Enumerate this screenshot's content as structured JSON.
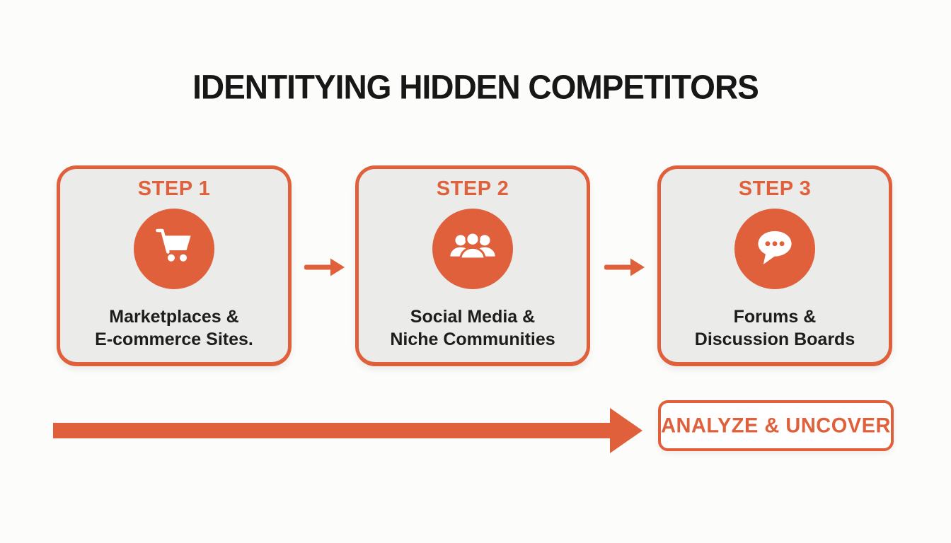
{
  "colors": {
    "accent": "#E0603B",
    "card_bg": "#EBEBE9",
    "page_bg": "#FCFCFB",
    "title_text": "#171717",
    "body_text": "#1D1D1D"
  },
  "title": "IDENTITYING HIDDEN COMPETITORS",
  "steps": [
    {
      "label": "STEP 1",
      "icon": "shopping-cart-icon",
      "line1": "Marketplaces &",
      "line2": "E-commerce Sites."
    },
    {
      "label": "STEP 2",
      "icon": "people-group-icon",
      "line1": "Social Media &",
      "line2": "Niche Communities"
    },
    {
      "label": "STEP 3",
      "icon": "speech-bubble-icon",
      "line1": "Forums &",
      "line2": "Discussion Boards"
    }
  ],
  "cta": {
    "label": "ANALYZE & UNCOVER"
  }
}
